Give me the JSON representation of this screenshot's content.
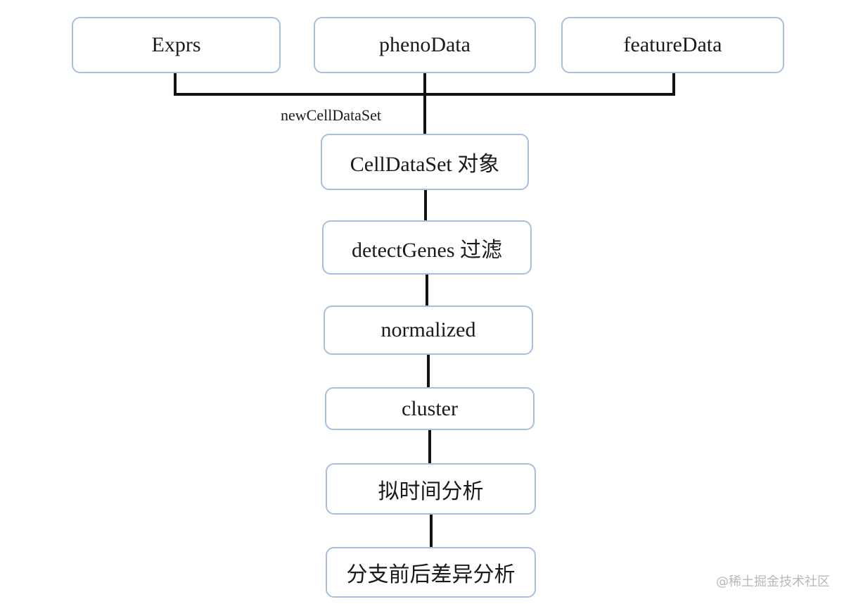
{
  "diagram": {
    "inputs": [
      {
        "id": "exprs",
        "label": "Exprs"
      },
      {
        "id": "phenodata",
        "label": "phenoData"
      },
      {
        "id": "featuredata",
        "label": "featureData"
      }
    ],
    "merge_label": "newCellDataSet",
    "steps": [
      {
        "id": "celldataset",
        "label": "CellDataSet 对象"
      },
      {
        "id": "detectgenes",
        "label": "detectGenes 过滤"
      },
      {
        "id": "normalized",
        "label": "normalized"
      },
      {
        "id": "cluster",
        "label": "cluster"
      },
      {
        "id": "pseudotime",
        "label": "拟时间分析"
      },
      {
        "id": "branch",
        "label": "分支前后差异分析"
      }
    ],
    "colors": {
      "box_border": "#a8bedf",
      "line": "#111111",
      "text": "#1a1a1a"
    }
  },
  "watermark": "@稀土掘金技术社区"
}
